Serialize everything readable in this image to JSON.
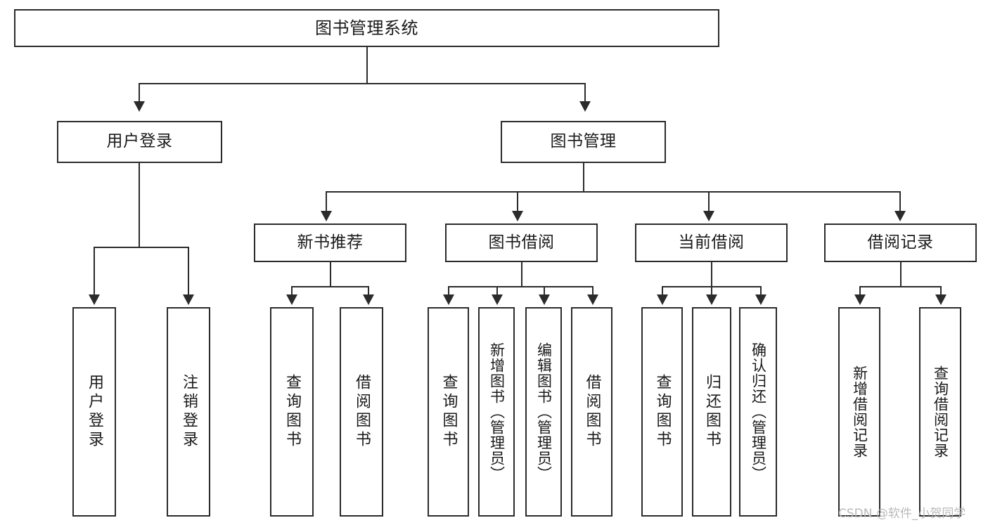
{
  "diagram": {
    "title": "图书管理系统",
    "type": "functional-hierarchy-tree",
    "root": {
      "label": "图书管理系统"
    },
    "level2": [
      {
        "label": "用户登录"
      },
      {
        "label": "图书管理"
      }
    ],
    "level3": [
      {
        "label": "新书推荐"
      },
      {
        "label": "图书借阅"
      },
      {
        "label": "当前借阅"
      },
      {
        "label": "借阅记录"
      }
    ],
    "leaves": {
      "user_login": [
        {
          "label": "用户登录"
        },
        {
          "label": "注销登录"
        }
      ],
      "new_book_recommendation": [
        {
          "label": "查询图书"
        },
        {
          "label": "借阅图书"
        }
      ],
      "book_borrow": [
        {
          "label": "查询图书"
        },
        {
          "label": "新增图书（管理员）"
        },
        {
          "label": "编辑图书（管理员）"
        },
        {
          "label": "借阅图书"
        }
      ],
      "current_borrow": [
        {
          "label": "查询图书"
        },
        {
          "label": "归还图书"
        },
        {
          "label": "确认归还（管理员）"
        }
      ],
      "borrow_record": [
        {
          "label": "新增借阅记录"
        },
        {
          "label": "查询借阅记录"
        }
      ]
    }
  },
  "watermark": {
    "text": "CSDN @软件_小贺同学"
  },
  "colors": {
    "stroke": "#2b2b2b",
    "text": "#1a1a1a",
    "background": "#ffffff",
    "watermark": "#b9b9b9"
  }
}
